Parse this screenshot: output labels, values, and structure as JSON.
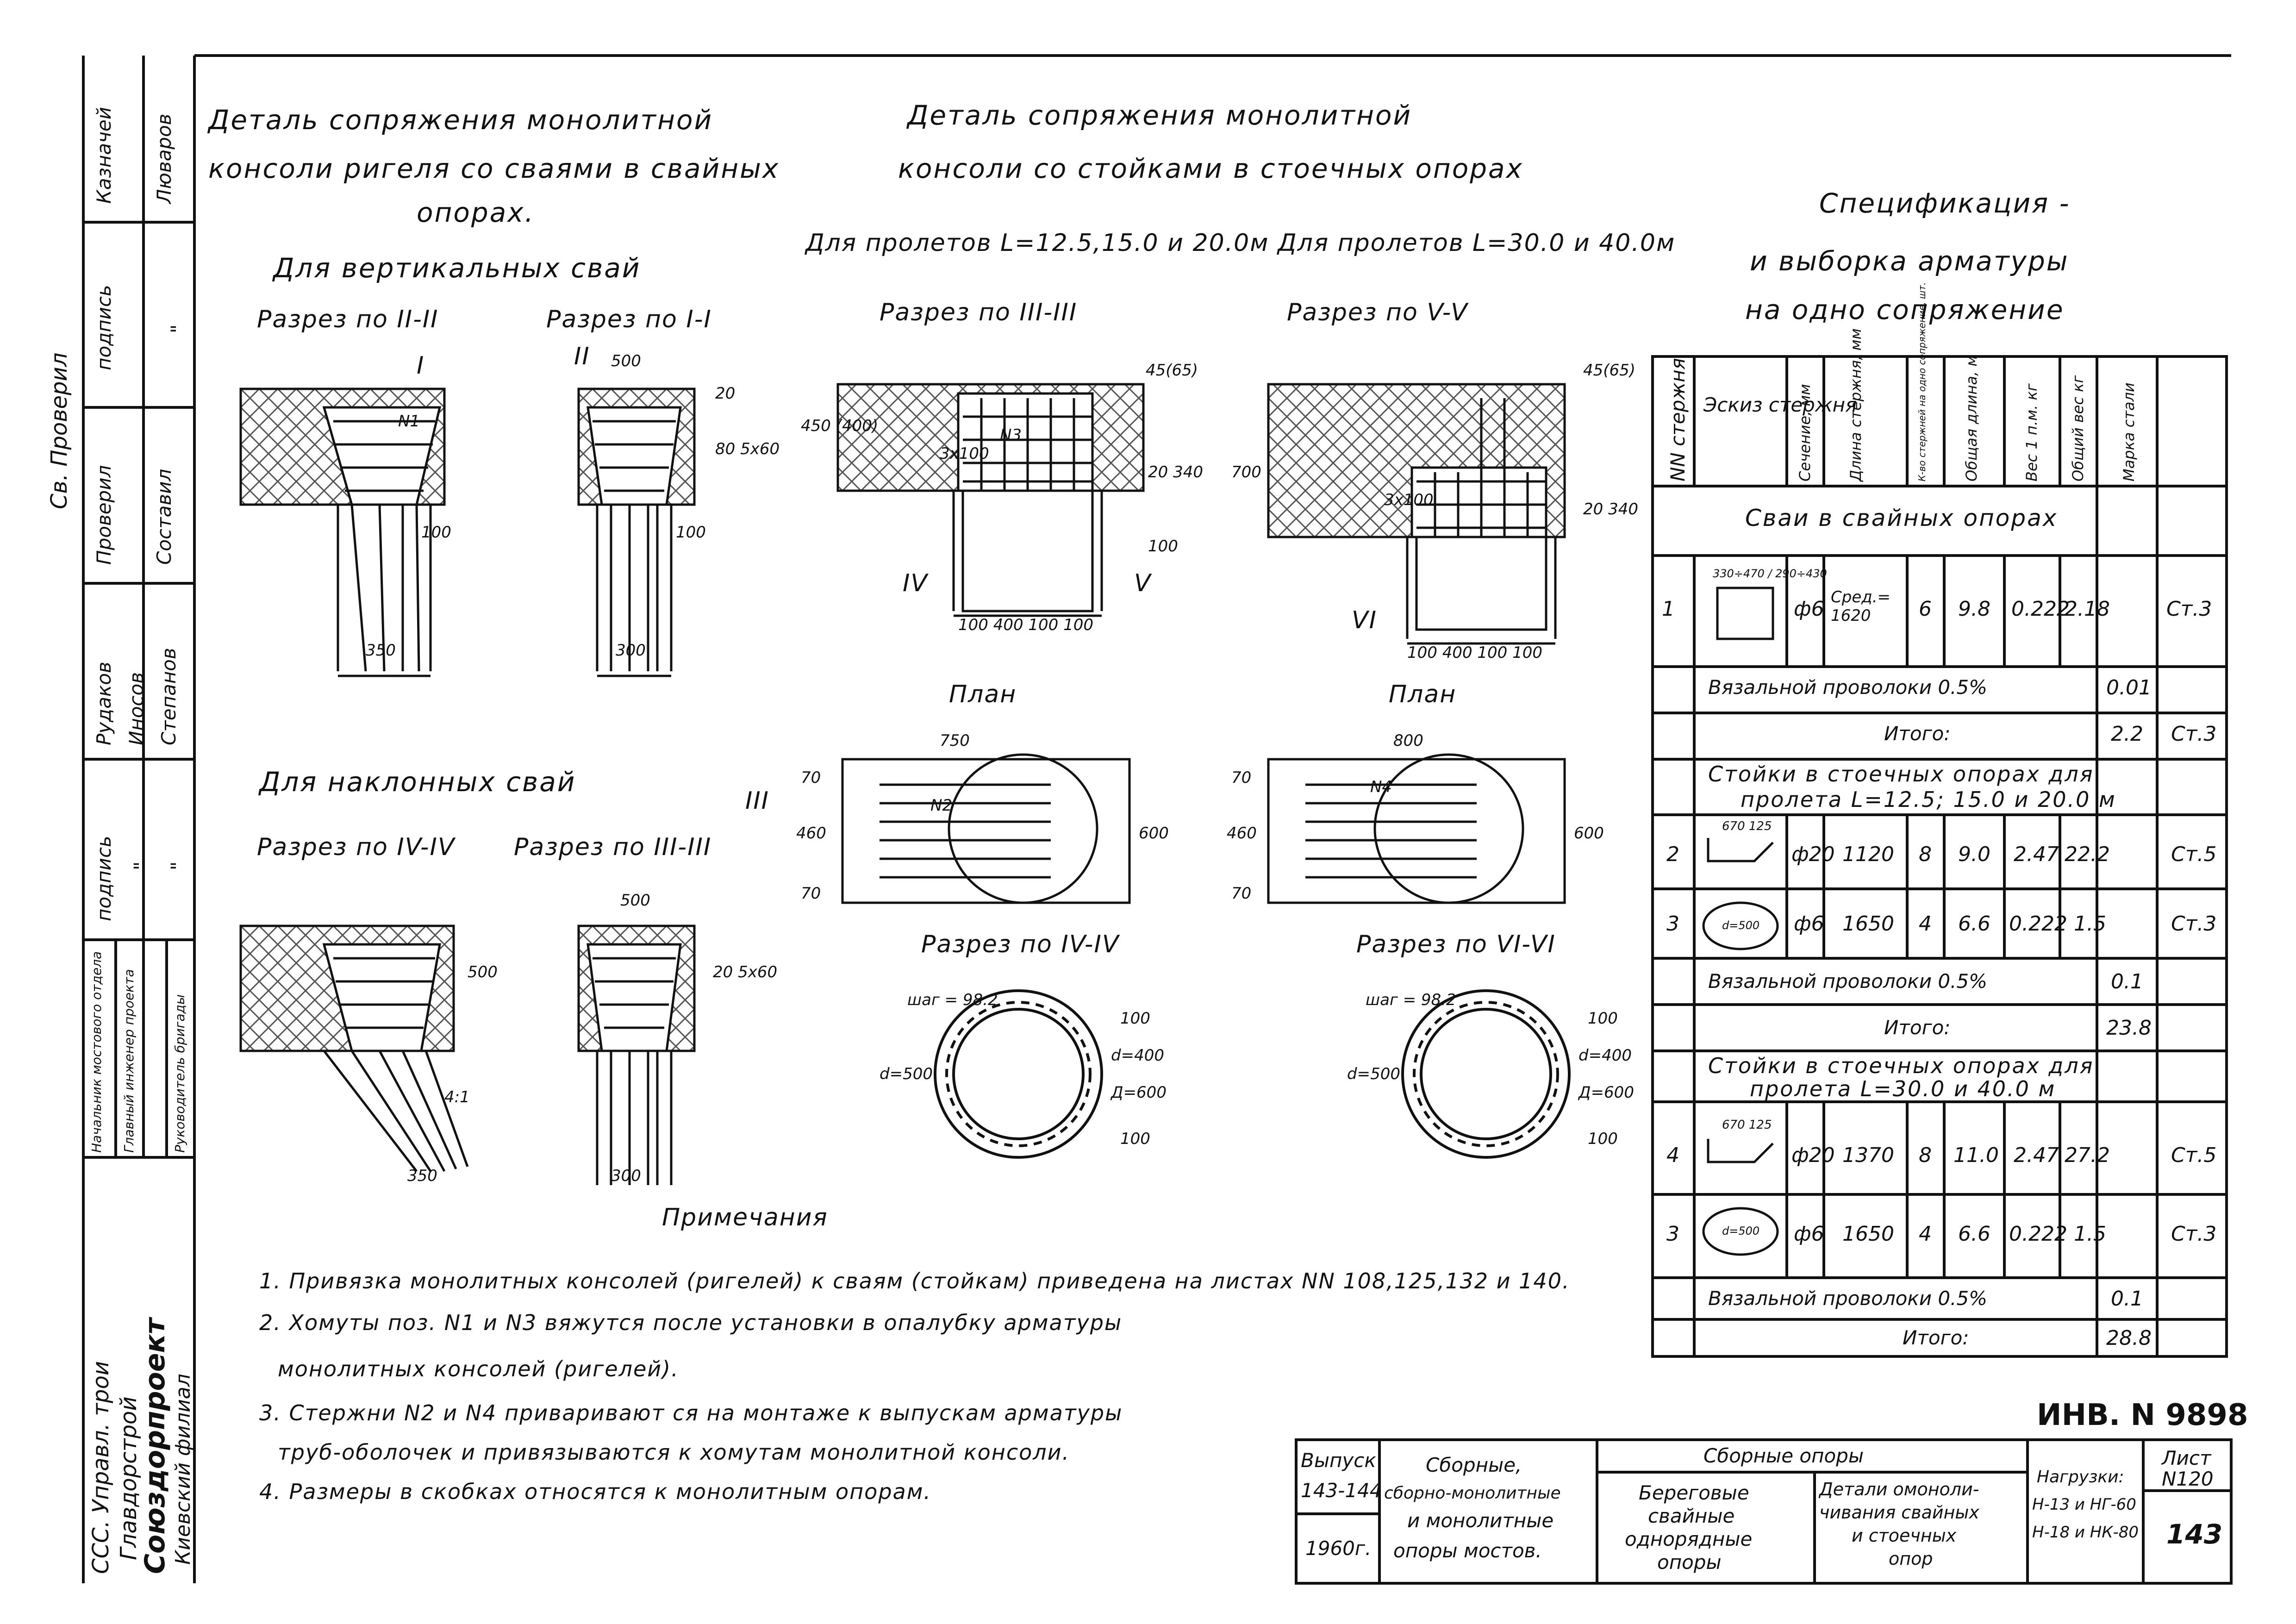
{
  "titles": {
    "pile_detail_1": "Деталь сопряжения монолитной",
    "pile_detail_2": "консоли ригеля со сваями в свайных",
    "pile_detail_3": "опорах.",
    "vertical_piles": "Для вертикальных свай",
    "section_2_2": "Разрез по II-II",
    "section_1_1": "Разрез по I-I",
    "inclined_piles": "Для наклонных свай",
    "section_4_4_left": "Разрез по IV-IV",
    "section_3_3_left": "Разрез по III-III",
    "rack_detail_1": "Деталь сопряжения монолитной",
    "rack_detail_2": "консоли со стойками в стоечных опорах",
    "span_small": "Для пролетов L=12.5,15.0 и 20.0м",
    "span_large": "Для пролетов L=30.0 и 40.0м",
    "section_3_3": "Разрез по III-III",
    "section_5_5": "Разрез по V-V",
    "plan_left": "План",
    "plan_right": "План",
    "section_4_4": "Разрез по IV-IV",
    "section_6_6": "Разрез по VI-VI",
    "notes_title": "Примечания"
  },
  "notes": [
    "1. Привязка монолитных консолей (ригелей) к сваям (стойкам) приведена на листах NN 108,125,132 и 140.",
    "2. Хомуты поз. N1 и N3 вяжутся после установки в опалубку арматуры",
    "монолитных консолей (ригелей).",
    "3. Стержни N2 и N4 приваривают ся на монтаже к выпускам арматуры",
    "труб-оболочек и привязываются к хомутам монолитной консоли.",
    "4. Размеры в скобках относятся к монолитным опорам."
  ],
  "dims": {
    "d350": "350",
    "d300a": "300",
    "d100a": "100",
    "d100b": "100",
    "d500a": "500",
    "d20a": "20",
    "d80_5x60": "80  5х60",
    "d350b": "350",
    "d300b": "300",
    "d500b": "500",
    "d500c": "500",
    "d20_5x60": "20 5х60",
    "d41": "4:1",
    "d450_400": "450 (400)",
    "d700": "700",
    "d45_65a": "45(65)",
    "d45_65b": "45(65)",
    "d20_340a": "20 340",
    "d20_340b": "20 340",
    "d100c": "100",
    "d100_400_100_100a": "100  400  100 100",
    "d100_400_100_100b": "100  400  100 100",
    "d3x100a": "3х100",
    "d3x100b": "3х100",
    "d750": "750",
    "d800": "800",
    "d70a": "70",
    "d460a": "460",
    "d70b": "70",
    "d600a": "600",
    "d70c": "70",
    "d460b": "460",
    "d70d": "70",
    "d600b": "600",
    "shag_a": "шаг = 98.2",
    "shag_b": "шаг = 98.2",
    "d_500a": "d=500",
    "d_400a": "d=400",
    "D_600a": "Д=600",
    "d_500b": "d=500",
    "d_400b": "d=400",
    "D_600b": "Д=600",
    "d100d": "100",
    "d100e": "100",
    "d100f": "100",
    "d100g": "100"
  },
  "marks": {
    "n1": "N1",
    "n3": "N3",
    "n2": "N2",
    "n4": "N4",
    "roman_1": "I",
    "roman_2": "II",
    "roman_3": "III",
    "roman_4": "IV",
    "roman_5": "V",
    "roman_6": "VI"
  },
  "spec": {
    "title_1": "Спецификация -",
    "title_2": "и выборка арматуры",
    "title_3": "на одно сопряжение",
    "headers": [
      "NN стержня",
      "Эскиз стержня",
      "Сечение, мм",
      "Длина стержня, мм",
      "К-во стержней на одно сопряжение, шт.",
      "Общая длина, м",
      "Вес 1 п.м. кг",
      "Общий вес кг",
      "Марка стали"
    ],
    "group1_title": "Сваи в свайных опорах",
    "group1_rows": [
      {
        "num": "1",
        "sketch": "330÷470 / 290÷430",
        "section": "ф6",
        "length": "Сред.= 1620",
        "qty": "6",
        "total_len": "9.8",
        "unit_w": "0.222",
        "total_w": "2.18",
        "steel": "Ст.3"
      }
    ],
    "group1_wire_label": "Вязальной проволоки 0.5%",
    "group1_wire_w": "0.01",
    "group1_total_label": "Итого:",
    "group1_total_w": "2.2",
    "group1_total_steel": "Ст.3",
    "group2_title_1": "Стойки в стоечных опорах для",
    "group2_title_2": "пролета L=12.5; 15.0 и 20.0 м",
    "group2_rows": [
      {
        "num": "2",
        "sketch": "670  125",
        "section": "ф20",
        "length": "1120",
        "qty": "8",
        "total_len": "9.0",
        "unit_w": "2.47",
        "total_w": "22.2",
        "steel": "Ст.5"
      },
      {
        "num": "3",
        "sketch": "d=500",
        "section": "ф6",
        "length": "1650",
        "qty": "4",
        "total_len": "6.6",
        "unit_w": "0.222",
        "total_w": "1.5",
        "steel": "Ст.3"
      }
    ],
    "group2_wire_label": "Вязальной проволоки 0.5%",
    "group2_wire_w": "0.1",
    "group2_total_label": "Итого:",
    "group2_total_w": "23.8",
    "group3_title_1": "Стойки в стоечных опорах для",
    "group3_title_2": "пролета L=30.0 и 40.0 м",
    "group3_rows": [
      {
        "num": "4",
        "sketch": "670  125",
        "section": "ф20",
        "length": "1370",
        "qty": "8",
        "total_len": "11.0",
        "unit_w": "2.47",
        "total_w": "27.2",
        "steel": "Ст.5"
      },
      {
        "num": "3",
        "sketch": "d=500",
        "section": "ф6",
        "length": "1650",
        "qty": "4",
        "total_len": "6.6",
        "unit_w": "0.222",
        "total_w": "1.5",
        "steel": "Ст.3"
      }
    ],
    "group3_wire_label": "Вязальной проволоки 0.5%",
    "group3_wire_w": "0.1",
    "group3_total_label": "Итого:",
    "group3_total_w": "28.8"
  },
  "stamp": {
    "inv": "ИНВ. N 9898",
    "issue_label": "Выпуск",
    "issue_value": "143-144",
    "year": "1960г.",
    "series_1": "Сборные,",
    "series_2": "сборно-монолитные",
    "series_3": "и монолитные",
    "series_4": "опоры мостов.",
    "group_header": "Сборные опоры",
    "sub_1": "Береговые",
    "sub_2": "свайные",
    "sub_3": "однорядные",
    "sub_4": "опоры",
    "det_1": "Детали омоноли-",
    "det_2": "чивания свайных",
    "det_3": "и стоечных",
    "det_4": "опор",
    "loads_label": "Нагрузки:",
    "loads_1": "Н-13 и НГ-60",
    "loads_2": "Н-18 и НК-80",
    "sheet_label": "Лист",
    "sheet_num": "N120",
    "page_num": "143"
  },
  "side_stamp": {
    "r1_role": "Казначей",
    "r1_name": "Люваров",
    "r2_role": "подпись",
    "r2_name": "\"",
    "r3_role": "Проверил",
    "r3_name": "Составил",
    "r4_role": "Рудаков",
    "r4_name": "Иносов",
    "r4_extra": "Степанов",
    "r5_role": "подпись",
    "r5_name": "\"",
    "r5_extra": "\"",
    "r6_a": "Начальник мостового отдела",
    "r6_b": "Главный инженер проекта",
    "r6_c": "Руководитель бригады",
    "org_1": "ССС. Управл. трои",
    "org_2": "Главдорстрой",
    "org_3": "Союздорпроект",
    "org_4": "Киевский филиал",
    "signature": "Св. Проверил"
  },
  "colors": {
    "ink": "#111111",
    "paper": "#ffffff",
    "hatch": "#555555"
  }
}
